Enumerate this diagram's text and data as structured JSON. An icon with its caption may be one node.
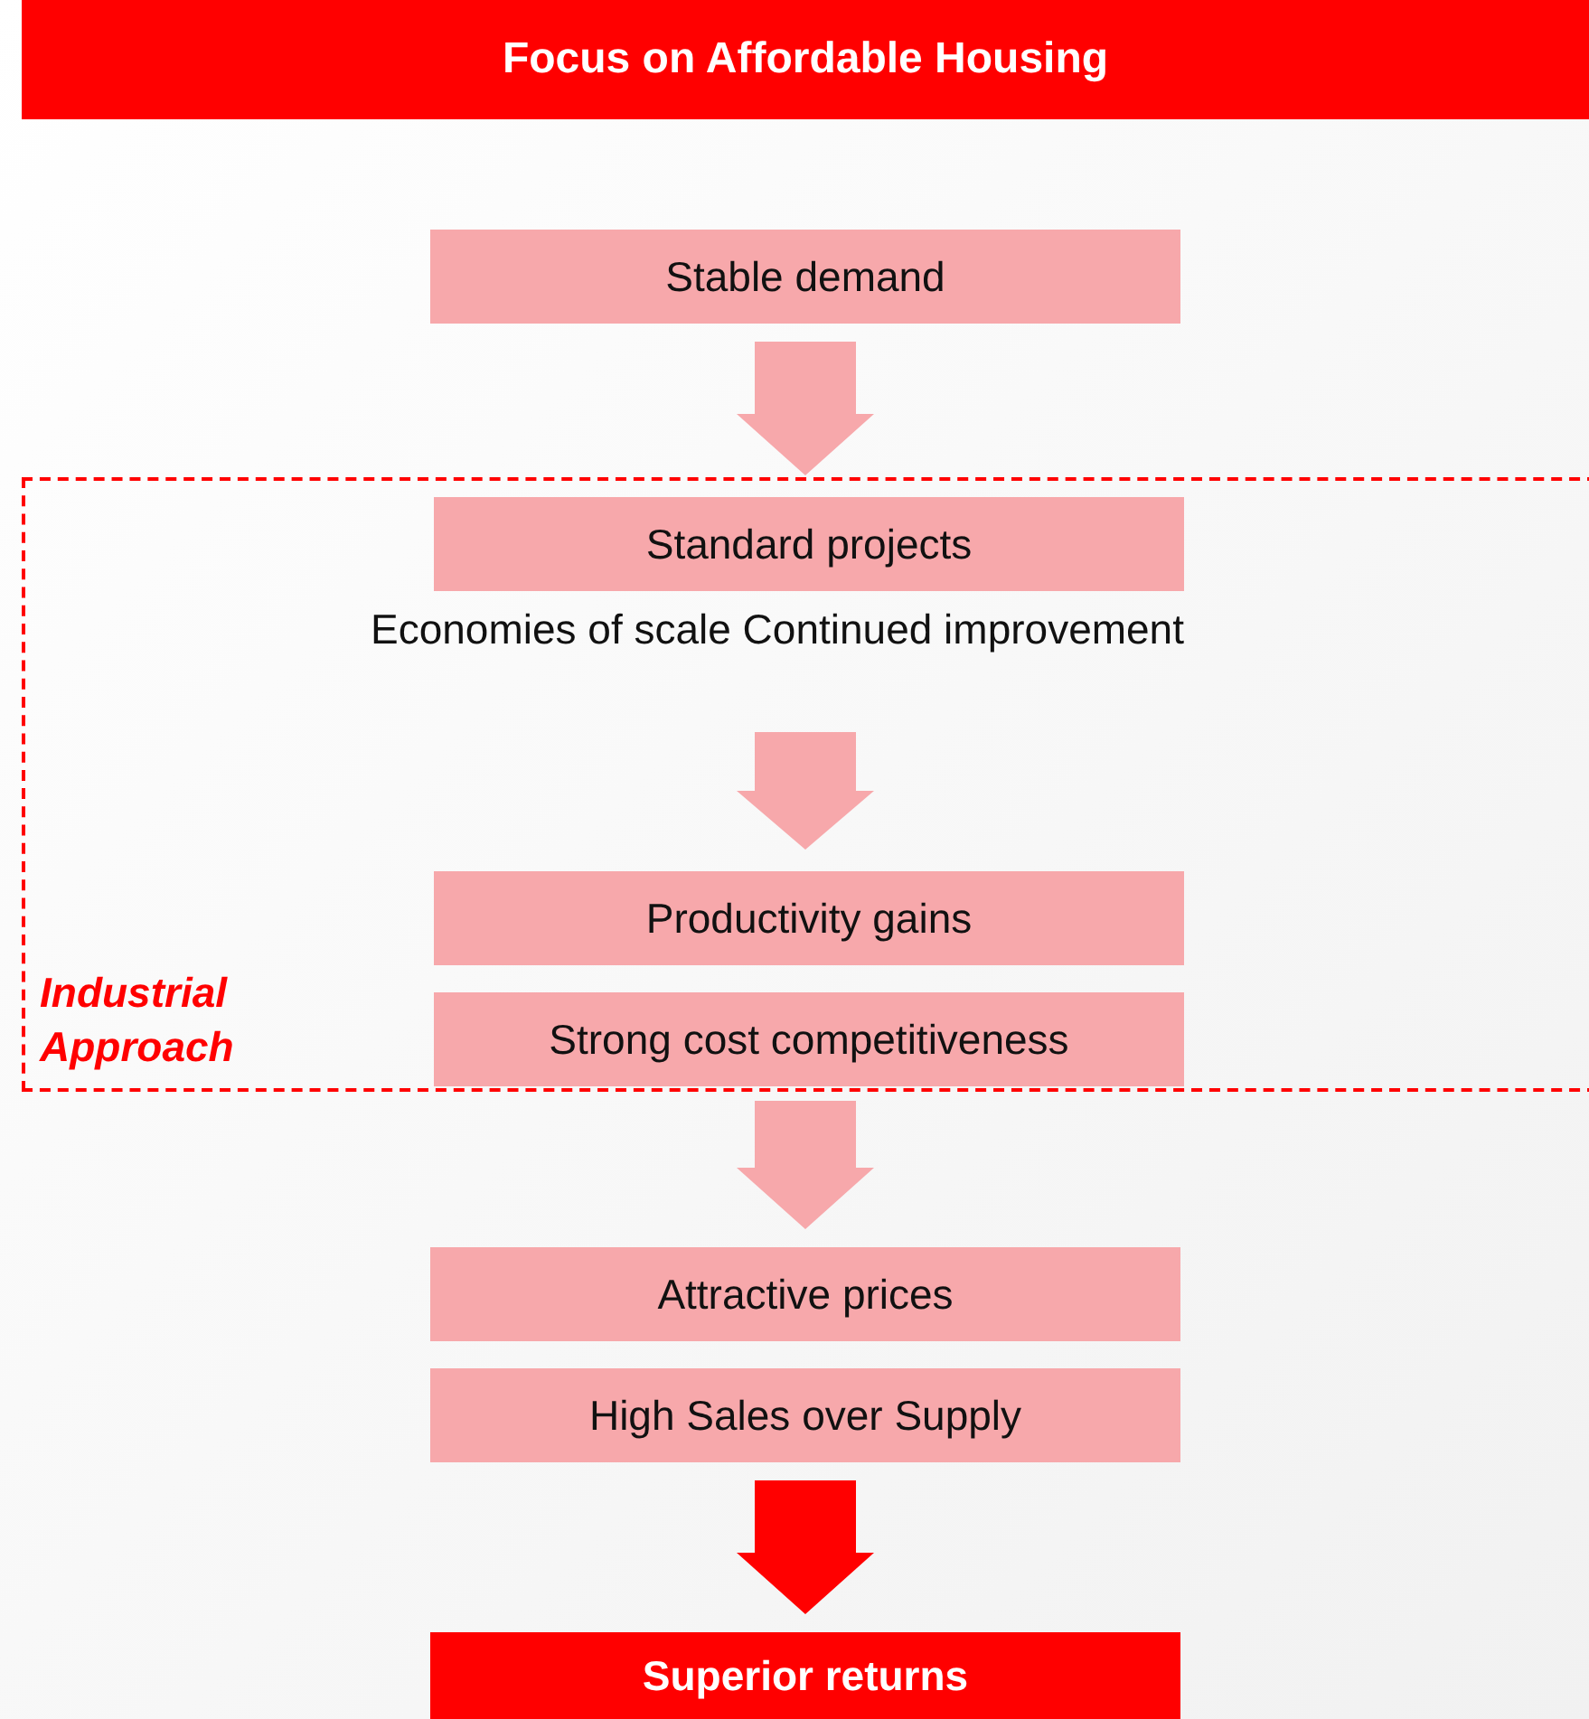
{
  "diagram": {
    "title": "Focus on Affordable Housing",
    "nodes": [
      {
        "text": [
          "Stable demand"
        ]
      },
      {
        "text": [
          "Industrial Approach"
        ]
      },
      {
        "text": [
          "Standard projects"
        ],
        "in": 1,
        "beside": [
          "Economies of scale Continued improvement"
        ]
      },
      {
        "text": [
          "Productivity gains"
        ],
        "in": 1
      },
      {
        "text": [
          "Strong cost competitiveness"
        ],
        "in": 1
      },
      {
        "text": [
          "Attractive prices"
        ]
      },
      {
        "text": [
          "High Sales over Supply"
        ]
      },
      {
        "text": [
          "Superior returns"
        ]
      }
    ],
    "edges": [
      {
        "from": 0,
        "to": 2,
        "arrow": "to",
        "style": "thick"
      },
      {
        "from": 2,
        "to": 3,
        "arrow": "to",
        "style": "thick"
      },
      {
        "from": 4,
        "to": 5,
        "arrow": "to",
        "style": "thick"
      },
      {
        "from": 6,
        "to": 7,
        "arrow": "to",
        "style": "thick",
        "color": "#ff0000"
      }
    ]
  }
}
